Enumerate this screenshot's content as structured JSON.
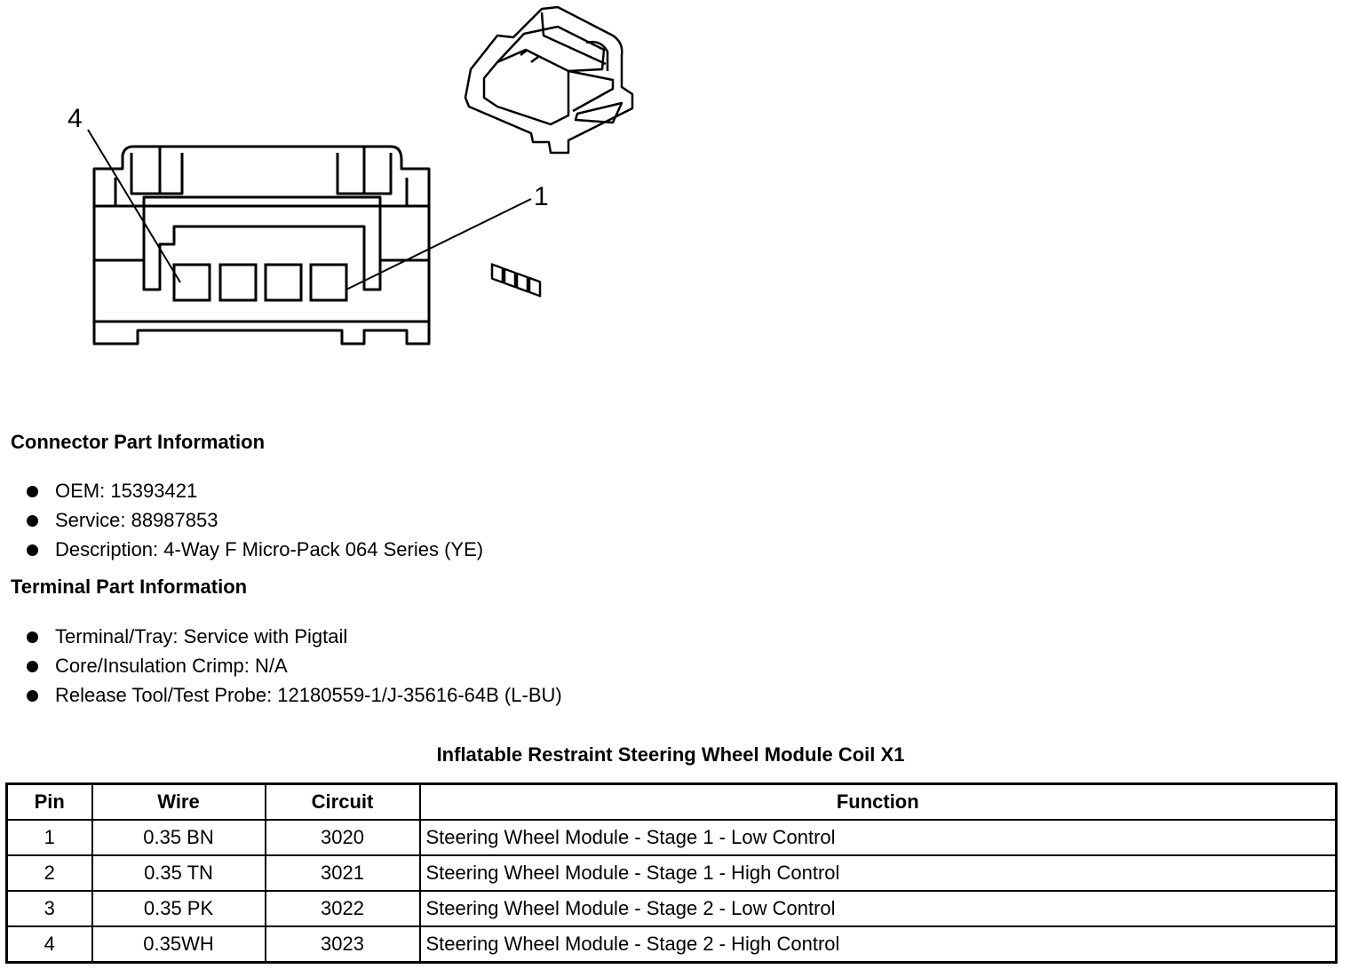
{
  "diagram": {
    "callouts": [
      "4",
      "1"
    ]
  },
  "connector_info": {
    "heading": "Connector Part Information",
    "items": [
      "OEM: 15393421",
      "Service: 88987853",
      "Description: 4-Way F Micro-Pack 064 Series (YE)"
    ]
  },
  "terminal_info": {
    "heading": "Terminal Part Information",
    "items": [
      "Terminal/Tray: Service with Pigtail",
      "Core/Insulation Crimp: N/A",
      "Release Tool/Test Probe: 12180559-1/J-35616-64B (L-BU)"
    ]
  },
  "pin_table": {
    "title": "Inflatable Restraint Steering Wheel Module Coil X1",
    "headers": [
      "Pin",
      "Wire",
      "Circuit",
      "Function"
    ],
    "rows": [
      [
        "1",
        "0.35 BN",
        "3020",
        "Steering Wheel Module - Stage 1 - Low Control"
      ],
      [
        "2",
        "0.35 TN",
        "3021",
        "Steering Wheel Module - Stage 1 - High Control"
      ],
      [
        "3",
        "0.35 PK",
        "3022",
        "Steering Wheel Module - Stage 2 - Low Control"
      ],
      [
        "4",
        "0.35WH",
        "3023",
        "Steering Wheel Module - Stage 2 - High Control"
      ]
    ]
  }
}
